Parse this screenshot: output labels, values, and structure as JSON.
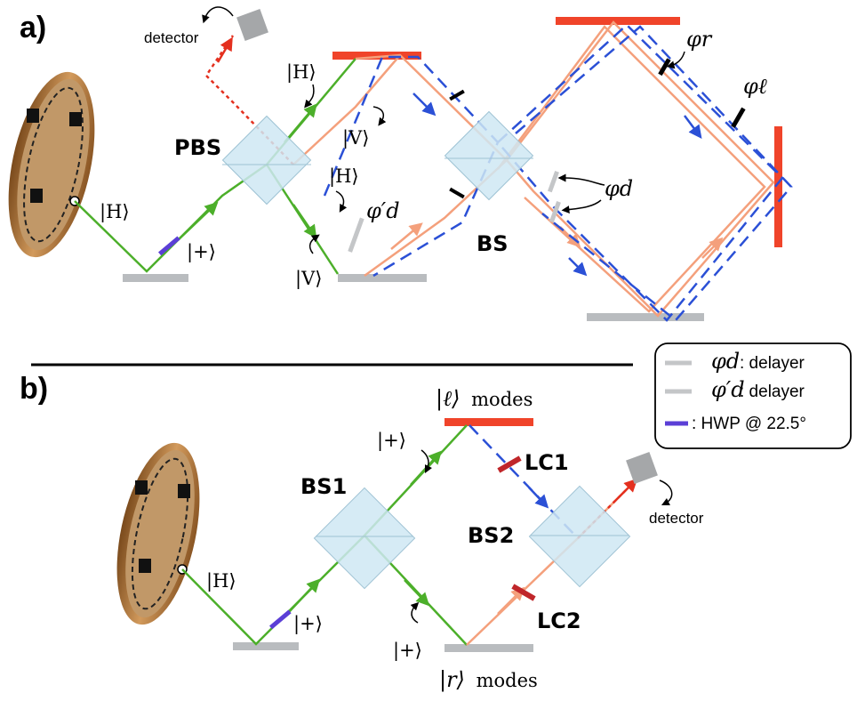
{
  "colors": {
    "green": "#4caf2a",
    "orange": "#f4a07c",
    "blue_dashed": "#2b50d6",
    "red_path": "#e4301f",
    "mirror_red": "#f0442a",
    "mirror_gray": "#b9bcbf",
    "beamsplitter": "#cfe8f3",
    "hwp": "#5b3fd6",
    "lc": "#c0262a",
    "delayer": "#c4c6c8",
    "slm_brown": "#b9875c"
  },
  "panel_a": {
    "label": "a)",
    "detector_label": "detector",
    "pbs_label": "PBS",
    "bs_label": "BS",
    "state_H_input": "|H⟩",
    "state_plus": "|+⟩",
    "state_H_top": "|H⟩",
    "state_V_refl": "|V⟩",
    "state_H_mid": "|H⟩",
    "state_V_bottom": "|V⟩",
    "phi_d_prime": "φ′d",
    "phi_d": "φd",
    "phi_r": "φr",
    "phi_l": "φℓ"
  },
  "panel_b": {
    "label": "b)",
    "bs1_label": "BS1",
    "bs2_label": "BS2",
    "lc1_label": "LC1",
    "lc2_label": "LC2",
    "detector_label": "detector",
    "state_H_input": "|H⟩",
    "state_plus_hwp": "|+⟩",
    "state_plus_top": "|+⟩",
    "state_plus_bottom": "|+⟩",
    "l_modes_ket": "|ℓ⟩",
    "l_modes_word": "modes",
    "r_modes_ket": "|r⟩",
    "r_modes_word": "modes"
  },
  "legend": {
    "items": [
      {
        "symbol": "φd",
        "text": ": delayer",
        "color": "#c4c6c8"
      },
      {
        "symbol": "φ′d",
        "text": ": delayer",
        "color": "#c4c6c8"
      },
      {
        "symbol": "",
        "text": ": HWP @ 22.5°",
        "color": "#5b3fd6"
      }
    ]
  }
}
